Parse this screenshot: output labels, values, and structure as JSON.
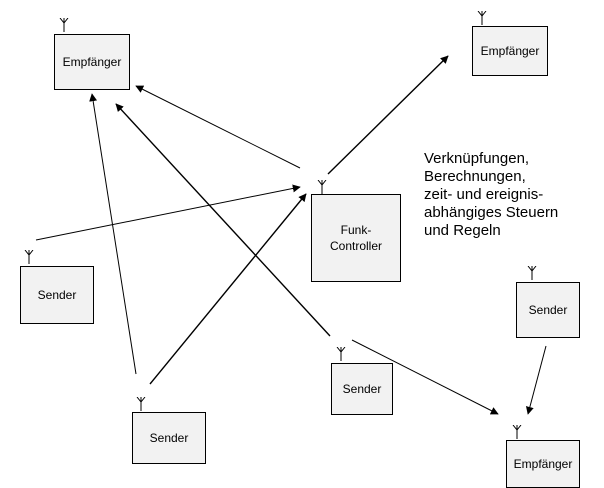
{
  "nodes": {
    "receiver_top_left": "Empfänger",
    "receiver_top_right": "Empfänger",
    "receiver_bottom_right": "Empfänger",
    "controller": "Funk-\nController",
    "sender_left": "Sender",
    "sender_bottom_left": "Sender",
    "sender_middle": "Sender",
    "sender_right": "Sender"
  },
  "note": "Verknüpfungen,\nBerechnungen,\nzeit- und ereignis-\nabhängiges Steuern\nund Regeln"
}
